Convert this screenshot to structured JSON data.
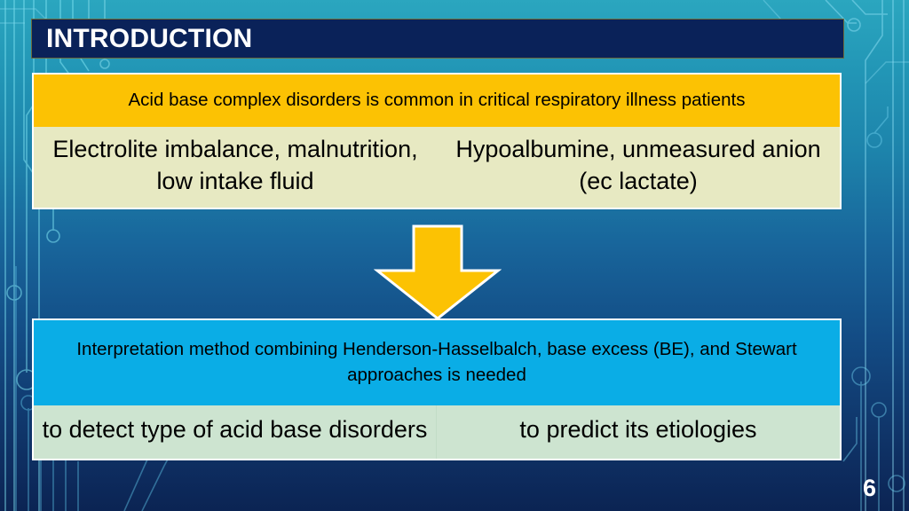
{
  "slide": {
    "title": "INTRODUCTION",
    "page_number": "6",
    "colors": {
      "title_bar": "#0A2259",
      "cause_banner": "#FCC203",
      "cause_row": "#E7E9C2",
      "method_banner": "#0AADE6",
      "goal_row": "#CDE4D0",
      "arrow": "#FCC203",
      "background_top": "#2BA6BF",
      "background_bottom": "#0B2453"
    }
  },
  "cause_banner": {
    "text": "Acid base complex disorders is common in critical respiratory illness patients"
  },
  "cause_row": {
    "cells": [
      {
        "text": "Electrolite imbalance, malnutrition, low intake fluid"
      },
      {
        "text": "Hypoalbumine, unmeasured anion (ec lactate)"
      }
    ]
  },
  "arrow": {
    "icon": "down-arrow-icon",
    "direction": "down"
  },
  "method_banner": {
    "text": "Interpretation method combining Henderson-Hasselbalch, base excess (BE), and Stewart approaches is needed"
  },
  "goal_row": {
    "cells": [
      {
        "text": "to detect type of acid base disorders"
      },
      {
        "text": "to predict its etiologies"
      }
    ]
  }
}
